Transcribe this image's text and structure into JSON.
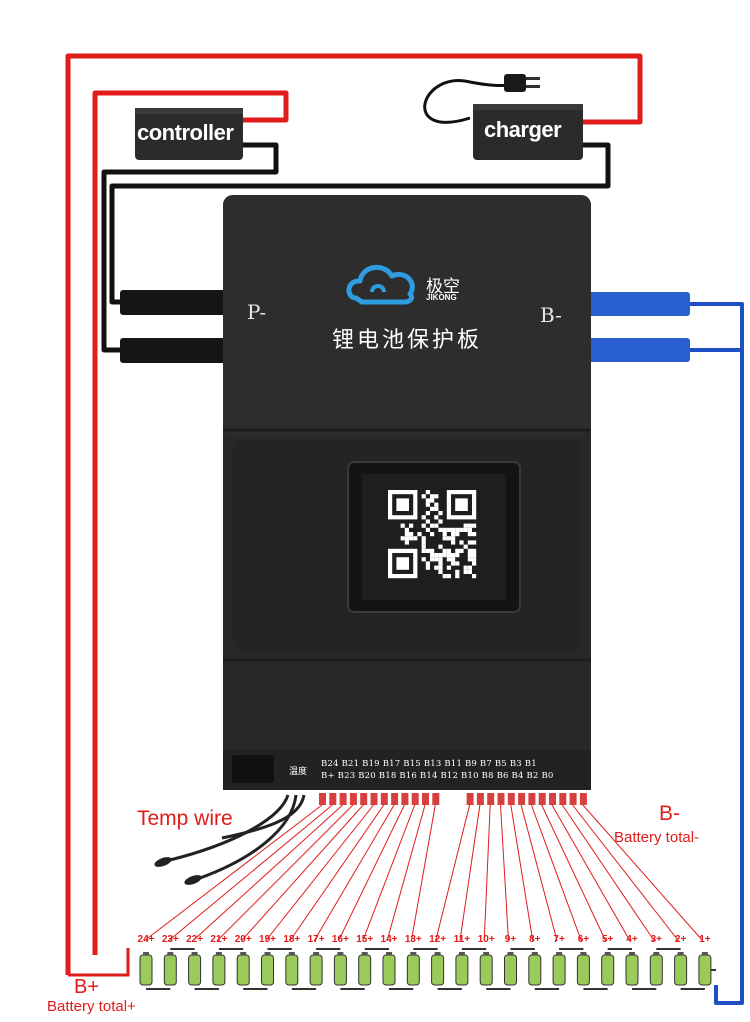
{
  "devices": {
    "controller": "controller",
    "charger": "charger"
  },
  "board": {
    "p_minus": "P-",
    "b_minus": "B-",
    "brand_cn": "极空",
    "brand_en": "JIKONG",
    "title_cn": "锂电池保护板",
    "temp_cn": "温度",
    "pins_top": "B24 B21 B19 B17 B15 B13 B11 B9 B7 B5 B3 B1",
    "pins_bottom": "B+ B23 B20 B18 B16 B14 B12 B10 B8 B6 B4 B2 B0"
  },
  "labels": {
    "temp_wire": "Temp wire",
    "b_minus_big": "B-",
    "battery_total_minus": "Battery total-",
    "b_plus_big": "B+",
    "battery_total_plus": "Battery total+"
  },
  "cells": [
    "24+",
    "23+",
    "22+",
    "21+",
    "20+",
    "19+",
    "18+",
    "17+",
    "16+",
    "15+",
    "14+",
    "13+",
    "12+",
    "11+",
    "10+",
    "9+",
    "8+",
    "7+",
    "6+",
    "5+",
    "4+",
    "3+",
    "2+",
    "1+"
  ],
  "colors": {
    "wire_red": "#e21b1b",
    "wire_blue": "#1f4fc4",
    "wire_black": "#111111",
    "board_body": "#262626",
    "cell_green": "#9acb5a",
    "logo_blue": "#2f9be0"
  }
}
